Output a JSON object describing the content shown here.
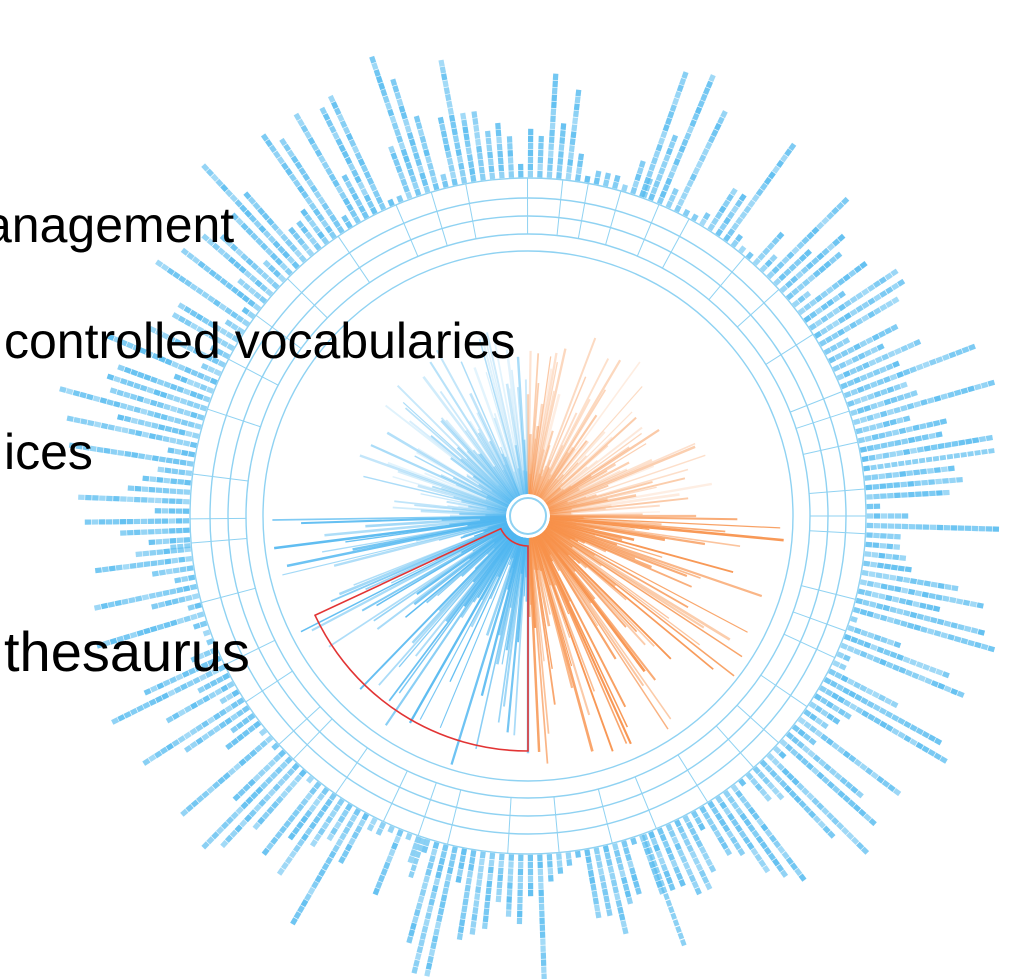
{
  "slide": {
    "lines": [
      "anagement",
      "controlled vocabularies",
      "ices",
      "thesaurus"
    ]
  },
  "colors": {
    "ring": "#8fd2f2",
    "block": "#5bbdf0",
    "left_series": "#4fb6f0",
    "right_series": "#f7914a",
    "highlight": "#e23434"
  }
}
